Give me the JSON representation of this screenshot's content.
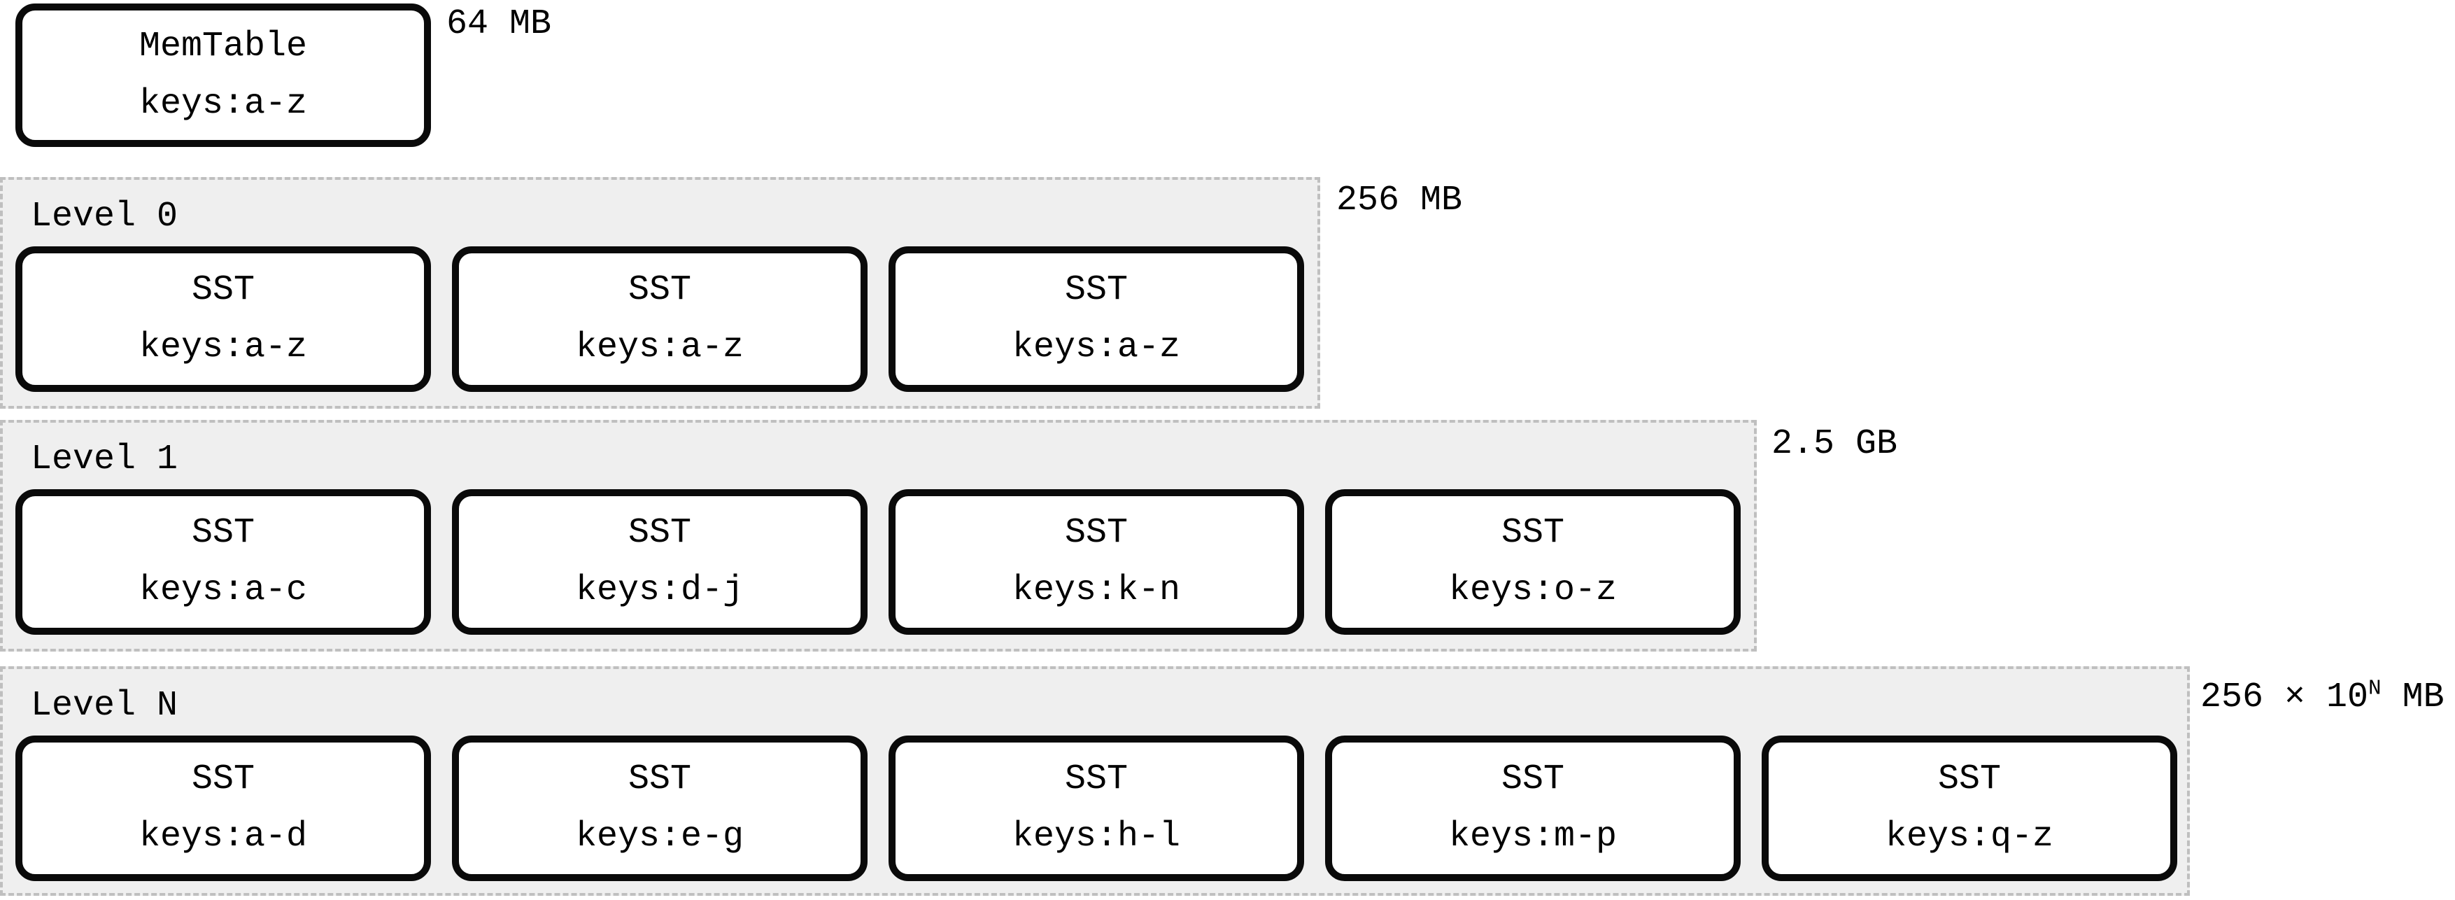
{
  "memtable": {
    "title": "MemTable",
    "keys": "keys:a-z",
    "size": "64 MB"
  },
  "levels": [
    {
      "label": "Level 0",
      "size_prefix": "256 MB",
      "size_sup": "",
      "size_suffix": "",
      "ssts": [
        {
          "title": "SST",
          "keys": "keys:a-z"
        },
        {
          "title": "SST",
          "keys": "keys:a-z"
        },
        {
          "title": "SST",
          "keys": "keys:a-z"
        }
      ]
    },
    {
      "label": "Level 1",
      "size_prefix": "2.5 GB",
      "size_sup": "",
      "size_suffix": "",
      "ssts": [
        {
          "title": "SST",
          "keys": "keys:a-c"
        },
        {
          "title": "SST",
          "keys": "keys:d-j"
        },
        {
          "title": "SST",
          "keys": "keys:k-n"
        },
        {
          "title": "SST",
          "keys": "keys:o-z"
        }
      ]
    },
    {
      "label": "Level N",
      "size_prefix": "256 × 10",
      "size_sup": "N",
      "size_suffix": " MB",
      "ssts": [
        {
          "title": "SST",
          "keys": "keys:a-d"
        },
        {
          "title": "SST",
          "keys": "keys:e-g"
        },
        {
          "title": "SST",
          "keys": "keys:h-l"
        },
        {
          "title": "SST",
          "keys": "keys:m-p"
        },
        {
          "title": "SST",
          "keys": "keys:q-z"
        }
      ]
    }
  ],
  "colors": {
    "background": "#ffffff",
    "box_fill": "#ffffff",
    "box_border": "#0a0a0a",
    "level_fill": "#efefef",
    "level_border": "#bfbfbf",
    "text": "#000000"
  }
}
